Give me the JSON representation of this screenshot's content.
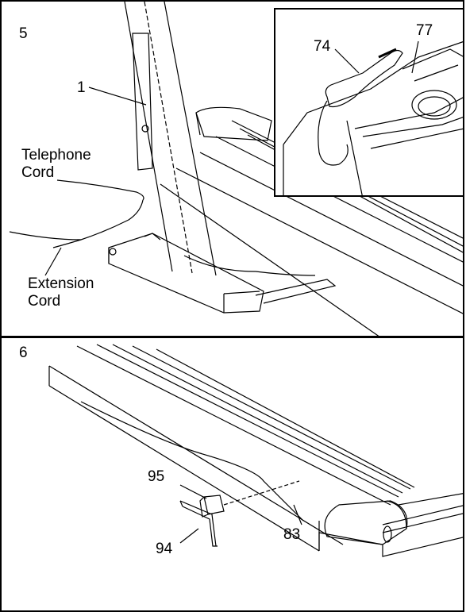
{
  "steps": [
    {
      "number": "5",
      "labels": {
        "part_1": "1",
        "telephone_cord": "Telephone\nCord",
        "telephone_cord_line1": "Telephone",
        "telephone_cord_line2": "Cord",
        "extension_cord_line1": "Extension",
        "extension_cord_line2": "Cord"
      },
      "inset": {
        "part_74": "74",
        "part_77": "77"
      }
    },
    {
      "number": "6",
      "labels": {
        "part_95": "95",
        "part_94": "94",
        "part_83": "83"
      }
    }
  ]
}
